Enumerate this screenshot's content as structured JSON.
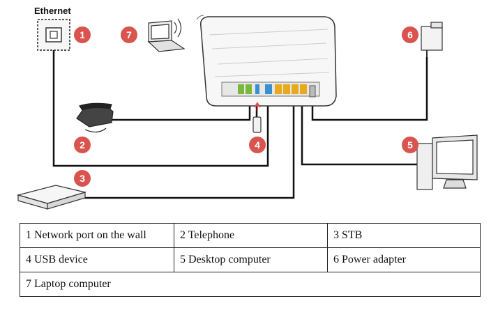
{
  "ethernet_label": "Ethernet",
  "badges": [
    "1",
    "2",
    "3",
    "4",
    "5",
    "6",
    "7"
  ],
  "legend": {
    "row1": [
      "1 Network port on the wall",
      "2 Telephone",
      "3 STB"
    ],
    "row2": [
      "4 USB device",
      "5 Desktop computer",
      "6 Power adapter"
    ],
    "row3": [
      "7 Laptop computer"
    ]
  },
  "colors": {
    "badge": "#d9534f",
    "port_yellow": "#e8a91c",
    "port_green": "#79b83a",
    "port_blue": "#3a8fd0"
  }
}
